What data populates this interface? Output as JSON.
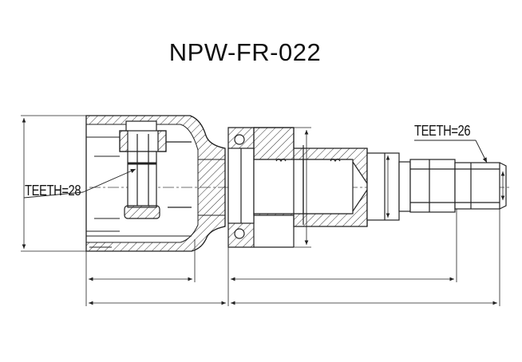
{
  "drawing": {
    "part_number": "NPW-FR-022",
    "left_teeth_label": "TEETH=28",
    "right_teeth_label": "TEETH=26",
    "colors": {
      "line": "#222222",
      "hatch": "#333333",
      "background": "#ffffff"
    }
  }
}
